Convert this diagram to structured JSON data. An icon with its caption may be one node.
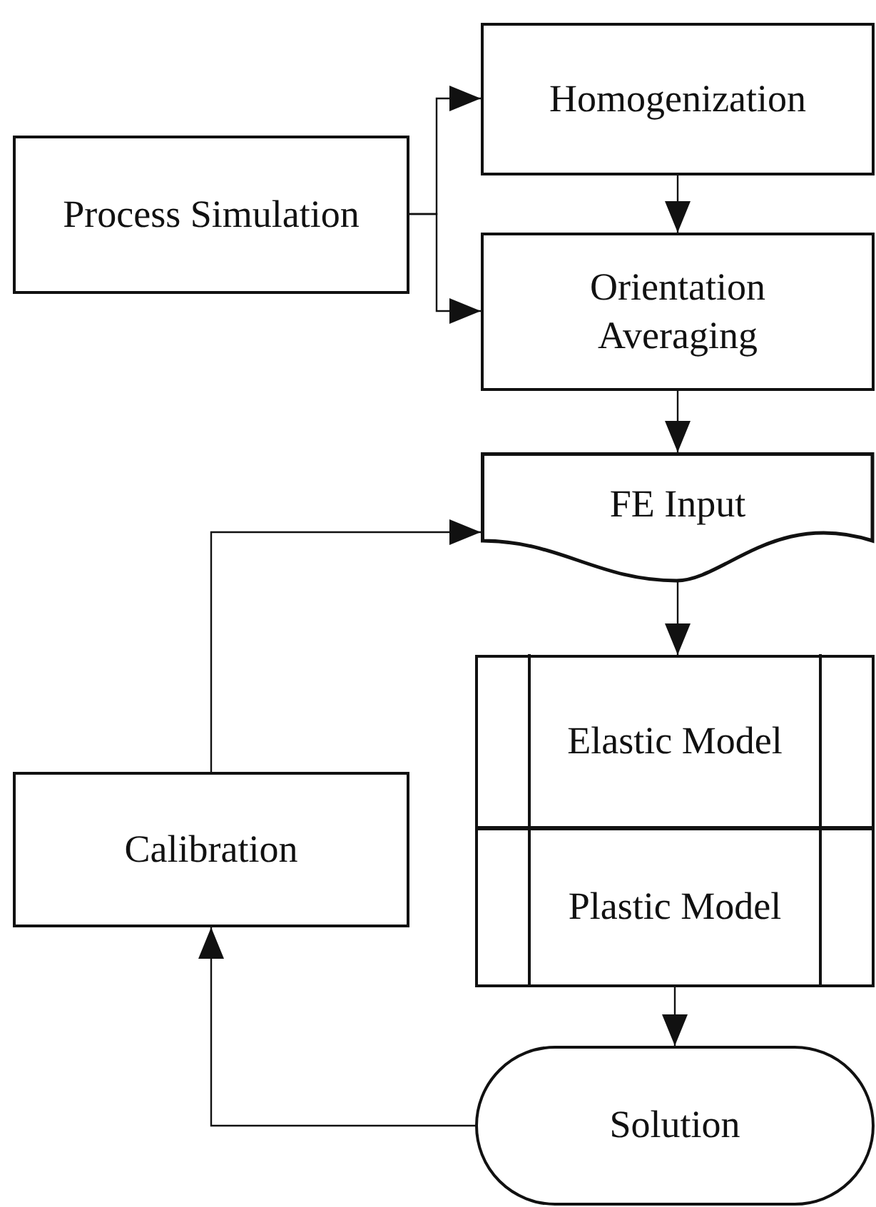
{
  "diagram": {
    "nodes": [
      {
        "text": [
          "Process Simulation"
        ]
      },
      {
        "text": [
          "Homogenization"
        ]
      },
      {
        "text": [
          "Orientation Averaging"
        ]
      },
      {
        "text": [
          "FE Input"
        ]
      },
      {
        "text": [
          "Elastic Model"
        ]
      },
      {
        "text": [
          "Plastic Model"
        ]
      },
      {
        "text": [
          "Solution"
        ]
      },
      {
        "text": [
          "Calibration"
        ]
      }
    ],
    "edges": [
      {
        "from": 0,
        "to": 1,
        "arrow": "to"
      },
      {
        "from": 0,
        "to": 2,
        "arrow": "to"
      },
      {
        "from": 1,
        "to": 2,
        "arrow": "to"
      },
      {
        "from": 2,
        "to": 3,
        "arrow": "to"
      },
      {
        "from": 3,
        "to": 4,
        "arrow": "to"
      },
      {
        "from": 5,
        "to": 6,
        "arrow": "to"
      },
      {
        "from": 6,
        "to": 7,
        "arrow": "to"
      },
      {
        "from": 7,
        "to": 3,
        "arrow": "to"
      }
    ]
  }
}
